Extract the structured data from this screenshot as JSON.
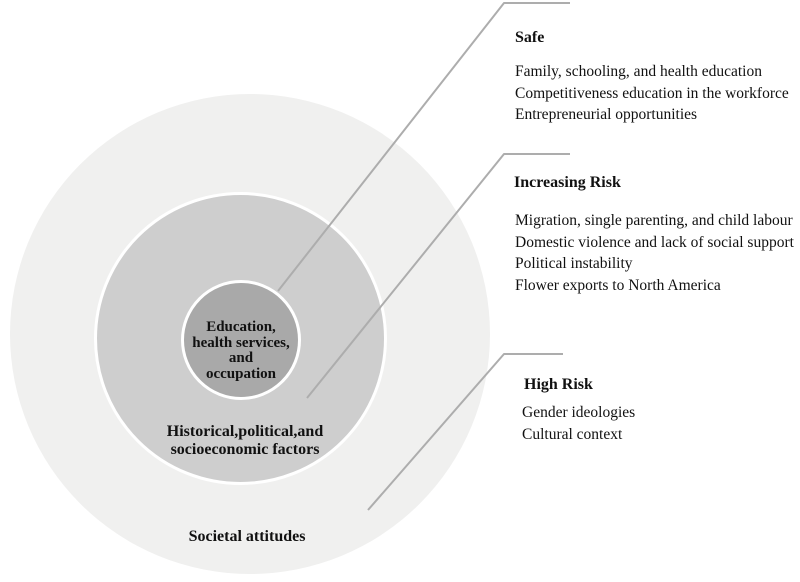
{
  "figure": {
    "colors": {
      "background": "#ffffff",
      "outer_circle_fill": "#f0f0ef",
      "middle_circle_fill": "#cecece",
      "inner_circle_fill": "#a9a9a9",
      "ring_border": "#ffffff",
      "leader_line": "#adadad",
      "text": "#111111"
    },
    "circles": {
      "inner": {
        "label": "Education,\nhealth services,\nand\noccupation"
      },
      "middle": {
        "label": "Historical,political,and\nsocioeconomic factors"
      },
      "outer": {
        "label": "Societal attitudes"
      }
    },
    "sections": [
      {
        "heading": "Safe",
        "items": [
          "Family, schooling, and health education",
          "Competitiveness education in the workforce",
          "Entrepreneurial opportunities"
        ]
      },
      {
        "heading": "Increasing Risk",
        "items": [
          "Migration, single parenting, and child labour",
          "Domestic violence and lack of social support",
          "Political instability",
          "Flower exports to North America"
        ]
      },
      {
        "heading": "High Risk",
        "items": [
          "Gender ideologies",
          "Cultural context"
        ]
      }
    ]
  }
}
